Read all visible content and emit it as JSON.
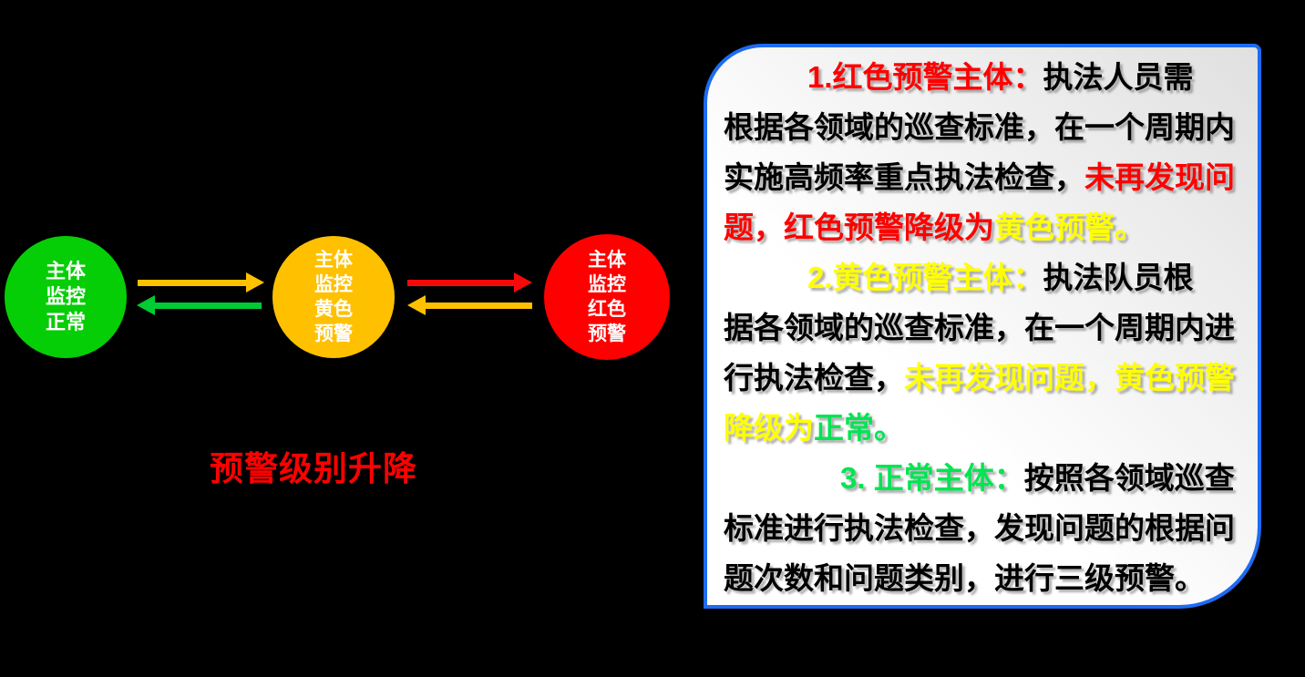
{
  "diagram": {
    "caption": {
      "text": "预警级别升降",
      "color": "#FF0000"
    },
    "nodes": [
      {
        "name": "subject-monitor-normal",
        "lines": [
          "主体",
          "监控",
          "正常"
        ],
        "color": "#06CE06"
      },
      {
        "name": "subject-monitor-yellow-warning",
        "lines": [
          "主体",
          "监控",
          "黄色",
          "预警"
        ],
        "color": "#FFC000"
      },
      {
        "name": "subject-monitor-red-warning",
        "lines": [
          "主体",
          "监控",
          "红色",
          "预警"
        ],
        "color": "#FE0000"
      }
    ],
    "arrows": [
      {
        "name": "arrow-normal-to-yellow",
        "direction": "right",
        "color": "#FFC000"
      },
      {
        "name": "arrow-yellow-to-normal",
        "direction": "left",
        "color": "#00CB33"
      },
      {
        "name": "arrow-yellow-to-red",
        "direction": "right",
        "color": "#F50A0A"
      },
      {
        "name": "arrow-red-to-yellow",
        "direction": "left",
        "color": "#FFC000"
      }
    ]
  },
  "panel": {
    "border_color": "#1E6BF1",
    "colors": {
      "red": "#FF0000",
      "yellow": "#FFFF00",
      "green": "#00E552",
      "black": "#000000"
    },
    "lines": [
      {
        "indent": 92,
        "segments": [
          {
            "text": "1.红色预警主体：",
            "color": "red"
          },
          {
            "text": "执法人员需",
            "color": "black"
          }
        ]
      },
      {
        "indent": 0,
        "segments": [
          {
            "text": "根据各领域的巡查标准，在一个周期内",
            "color": "black"
          }
        ]
      },
      {
        "indent": 0,
        "segments": [
          {
            "text": "实施高频率重点执法检查，",
            "color": "black"
          },
          {
            "text": "未再发现问",
            "color": "red"
          }
        ]
      },
      {
        "indent": 0,
        "segments": [
          {
            "text": "题，红色预警降级为",
            "color": "red"
          },
          {
            "text": "黄色预警。",
            "color": "yellow"
          }
        ]
      },
      {
        "indent": 92,
        "segments": [
          {
            "text": "2.黄色预警主体：",
            "color": "yellow"
          },
          {
            "text": "执法队员根",
            "color": "black"
          }
        ]
      },
      {
        "indent": 0,
        "segments": [
          {
            "text": "据各领域的巡查标准，在一个周期内进",
            "color": "black"
          }
        ]
      },
      {
        "indent": 0,
        "segments": [
          {
            "text": "行执法检查，",
            "color": "black"
          },
          {
            "text": "未再发现问题，黄色预警",
            "color": "yellow"
          }
        ]
      },
      {
        "indent": 0,
        "segments": [
          {
            "text": "降级为",
            "color": "yellow"
          },
          {
            "text": "正常。",
            "color": "green"
          }
        ]
      },
      {
        "indent": 128,
        "segments": [
          {
            "text": "3. 正常主体：",
            "color": "green"
          },
          {
            "text": "按照各领域巡查",
            "color": "black"
          }
        ]
      },
      {
        "indent": 0,
        "segments": [
          {
            "text": "标准进行执法检查，发现问题的根据问",
            "color": "black"
          }
        ]
      },
      {
        "indent": 0,
        "segments": [
          {
            "text": "题次数和问题类别，进行三级预警。",
            "color": "black"
          }
        ]
      }
    ]
  }
}
